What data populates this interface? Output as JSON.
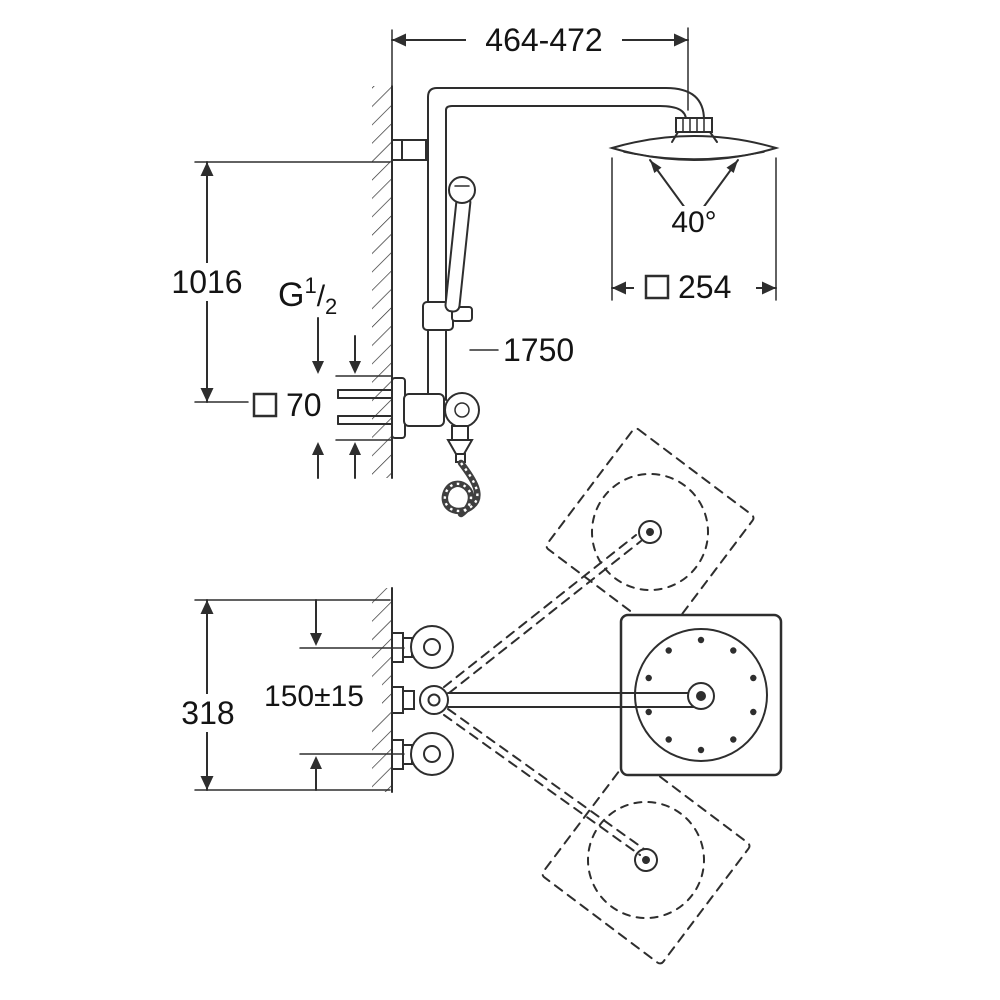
{
  "dims": {
    "top_width": "464-472",
    "wall_height": "1016",
    "thread_g": "G",
    "thread_num": "1",
    "thread_slash": "/",
    "thread_den": "2",
    "escutcheon": "70",
    "spray_angle": "40°",
    "head_width": "254",
    "hose_length": "1750",
    "group_height": "318",
    "supply_spacing": "150±15"
  }
}
